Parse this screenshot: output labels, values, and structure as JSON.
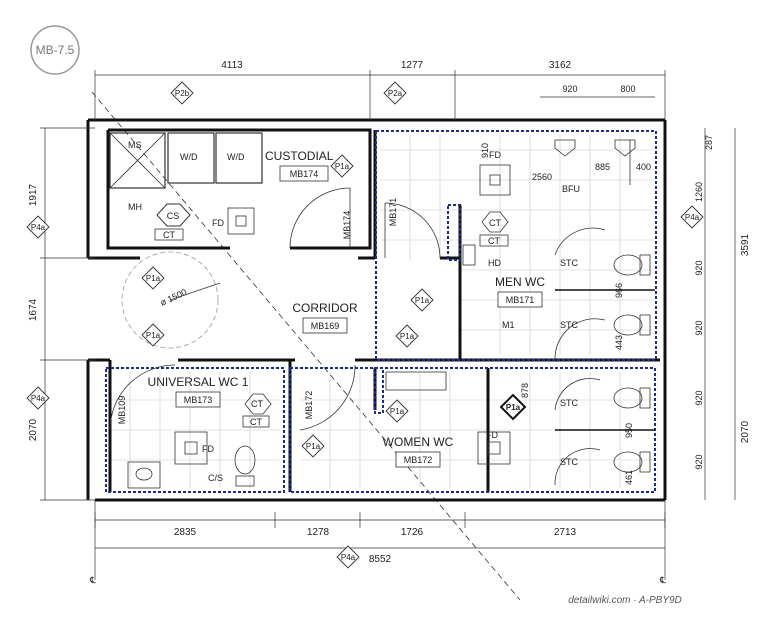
{
  "drawing": {
    "ref_tag": "MB-7.5",
    "watermark": "detailwiki.com · A-PBY9D"
  },
  "rooms": {
    "custodial": {
      "name": "CUSTODIAL",
      "code": "MB174"
    },
    "corridor": {
      "name": "CORRIDOR",
      "code": "MB169"
    },
    "men_wc": {
      "name": "MEN WC",
      "code": "MB171"
    },
    "universal_wc": {
      "name": "UNIVERSAL WC 1",
      "code": "MB173"
    },
    "women_wc": {
      "name": "WOMEN WC",
      "code": "MB172"
    }
  },
  "door_labels": {
    "d174": "MB174",
    "d171": "MB171",
    "d109": "MB109",
    "d172": "MB172"
  },
  "fixtures": {
    "ms": "MS",
    "wd1": "W/D",
    "wd2": "W/D",
    "mh": "MH",
    "cs": "CS",
    "ct": "CT",
    "fd": "FD",
    "hd": "HD",
    "m1": "M1",
    "bfu": "BFU",
    "stc": "STC",
    "cs2": "C/S",
    "diameter": "ø 1500"
  },
  "tags": {
    "p2b": "P2b",
    "p2a": "P2a",
    "p4a": "P4a",
    "p1a": "P1a"
  },
  "dimensions": {
    "top": [
      "4113",
      "1277",
      "3162"
    ],
    "top_sub": [
      "920",
      "800"
    ],
    "men_top": [
      "910",
      "2560",
      "885",
      "400",
      "287"
    ],
    "left": [
      "1917",
      "1674",
      "2070"
    ],
    "right_outer": [
      "3591",
      "2070"
    ],
    "right_inner": [
      "1260",
      "920",
      "920",
      "920",
      "920"
    ],
    "stall": [
      "966",
      "443",
      "878",
      "950",
      "461"
    ],
    "bottom": [
      "2835",
      "1278",
      "1726",
      "2713"
    ],
    "total": "8552"
  }
}
